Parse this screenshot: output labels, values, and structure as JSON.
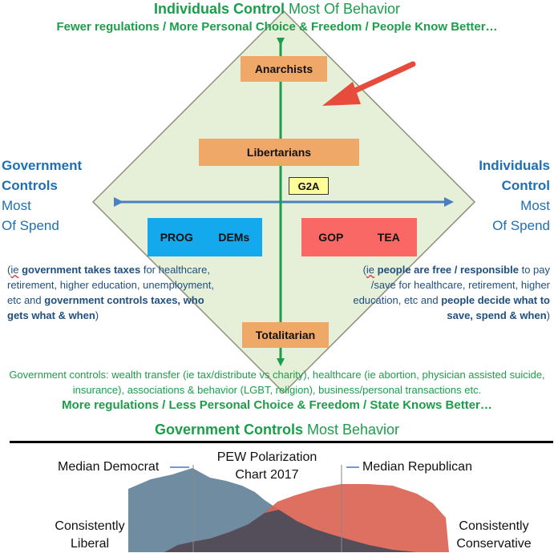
{
  "header": {
    "title_bold": "Individuals Control",
    "title_rest": " Most Of Behavior",
    "subtitle": "Fewer regulations / More Personal Choice & Freedom / People Know Better…"
  },
  "left": {
    "line1": "Government",
    "line2": "Controls",
    "line3": "Most",
    "line4": "Of Spend",
    "note_parts": [
      "(",
      "ie",
      " ",
      "government takes taxes",
      " for healthcare, retirement, higher education, unemployment, etc and ",
      "government controls taxes, who gets what & when",
      ")"
    ]
  },
  "right": {
    "line1": "Individuals",
    "line2": "Control",
    "line3": "Most",
    "line4": "Of Spend",
    "note_parts": [
      "(",
      "ie",
      " ",
      "people are free / responsible",
      " to pay /save for healthcare, retirement, higher education, etc and ",
      "people decide what to save, spend & when",
      ")"
    ]
  },
  "boxes": {
    "anarchists": "Anarchists",
    "libertarians": "Libertarians",
    "g2a": "G2A",
    "prog": "PROG",
    "dems": "DEMs",
    "gop": "GOP",
    "tea": "TEA",
    "totalitarian": "Totalitarian"
  },
  "footer": {
    "controls_note": "Government controls: wealth transfer (ie tax/distribute vs charity), healthcare (ie abortion, physician assisted suicide, insurance), associations & behavior (LGBT, religion), business/personal transactions  etc.",
    "subtitle": "More regulations / Less Personal Choice & Freedom / State Knows Better…",
    "title_bold": "Government Controls",
    "title_rest": " Most Behavior"
  },
  "pew": {
    "median_democrat": "Median Democrat",
    "median_republican": "Median Republican",
    "title_line1": "PEW Polarization",
    "title_line2": "Chart 2017",
    "left_line1": "Consistently",
    "left_line2": "Liberal",
    "right_line1": "Consistently",
    "right_line2": "Conservative"
  },
  "colors": {
    "accent_green": "#1a9e4a",
    "accent_blue": "#1f6fb2",
    "diamond_fill": "#e6f0d8",
    "box_orange": "#f0a868",
    "box_blue": "#14a8ec",
    "box_red": "#f96864",
    "arrow_red": "#e64b3c",
    "democrat_area": "#5f7f96",
    "republican_area": "#d9614f"
  }
}
